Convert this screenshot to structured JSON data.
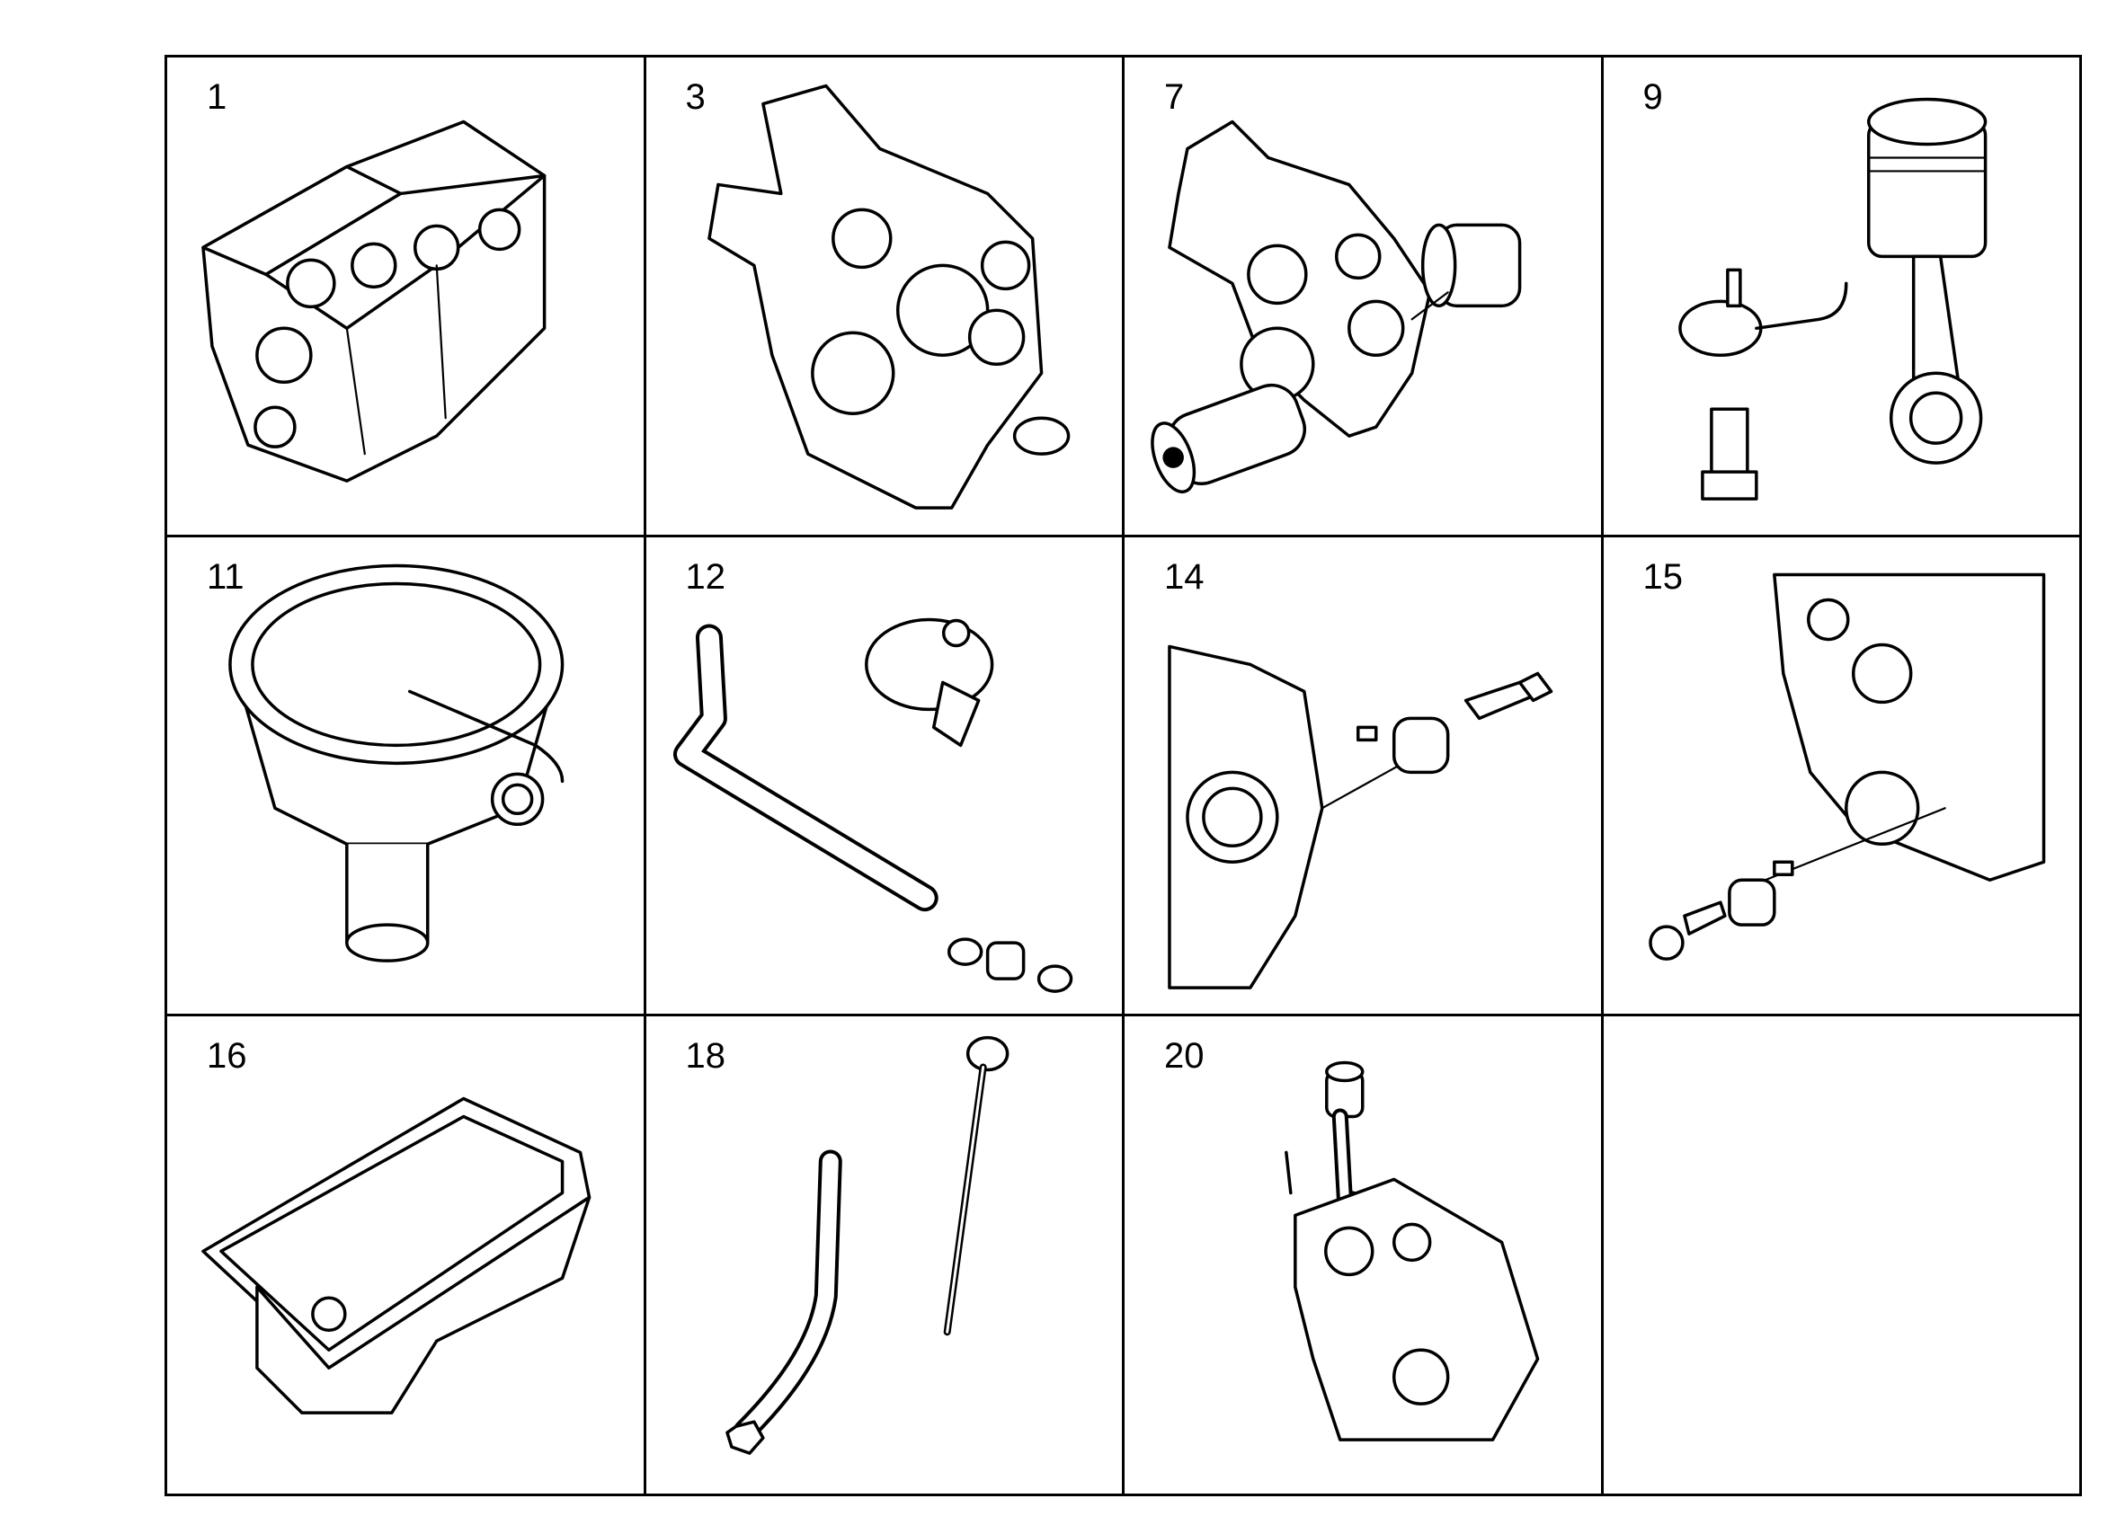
{
  "diagram": {
    "cells": [
      {
        "label": "1",
        "icon": "engine-block-icon"
      },
      {
        "label": "3",
        "icon": "timing-case-icon"
      },
      {
        "label": "7",
        "icon": "timing-case-with-seals-icon"
      },
      {
        "label": "9",
        "icon": "piston-connecting-rod-icon"
      },
      {
        "label": "11",
        "icon": "oil-separator-icon"
      },
      {
        "label": "12",
        "icon": "breather-pipe-icon"
      },
      {
        "label": "14",
        "icon": "block-plug-bolt-icon"
      },
      {
        "label": "15",
        "icon": "block-plug-bolt-icon"
      },
      {
        "label": "16",
        "icon": "oil-pan-icon"
      },
      {
        "label": "18",
        "icon": "dipstick-icon"
      },
      {
        "label": "20",
        "icon": "oil-filler-cover-icon"
      },
      {
        "label": "",
        "icon": ""
      }
    ]
  }
}
